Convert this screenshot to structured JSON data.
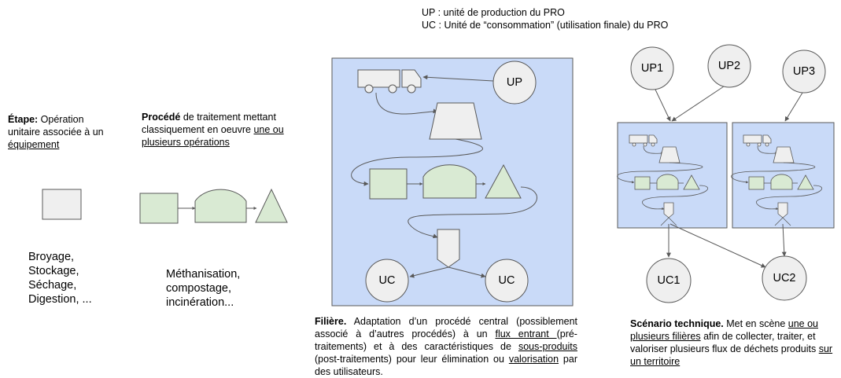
{
  "legend": {
    "up_line": "UP : unité de production du PRO",
    "uc_line": "UC : Unité de “consommation” (utilisation finale) du PRO"
  },
  "etape": {
    "title": "Étape:",
    "desc_1": " Opération unitaire associée à un ",
    "desc_link": "équipement",
    "examples": [
      "Broyage,",
      "Stockage,",
      "Séchage,",
      "Digestion, ..."
    ]
  },
  "procede": {
    "title": "Procédé",
    "desc_1": " de traitement mettant classiquement en oeuvre ",
    "desc_link": "une ou plusieurs opérations",
    "examples": [
      "Méthanisation,",
      "compostage,",
      "incinération..."
    ]
  },
  "filiere": {
    "nodes": {
      "up": "UP",
      "uc_left": "UC",
      "uc_right": "UC"
    },
    "caption_title": "Filière.",
    "caption_1": " Adaptation d’un procédé central (possiblement associé à d’autres procédés) à un ",
    "caption_link1": "flux entrant ",
    "caption_2": "(pré-traitements) et à des caractéristiques de ",
    "caption_link2": "sous-produits",
    "caption_3": " (post-traitements) pour leur élimination ou ",
    "caption_link3": "valorisation",
    "caption_4": " par des utilisateurs."
  },
  "scenario": {
    "nodes": {
      "up1": "UP1",
      "up2": "UP2",
      "up3": "UP3",
      "uc1": "UC1",
      "uc2": "UC2"
    },
    "caption_title": "Scénario technique.",
    "caption_1": " Met en scène ",
    "caption_link1": "une ou plusieurs filières",
    "caption_2": " afin de collecter, traiter, et valoriser plusieurs flux de déchets produits ",
    "caption_link2": "sur un territoire"
  },
  "colors": {
    "panel": "#c9daf8",
    "green": "#d9ead3",
    "grey": "#efefef",
    "stroke": "#595959"
  }
}
